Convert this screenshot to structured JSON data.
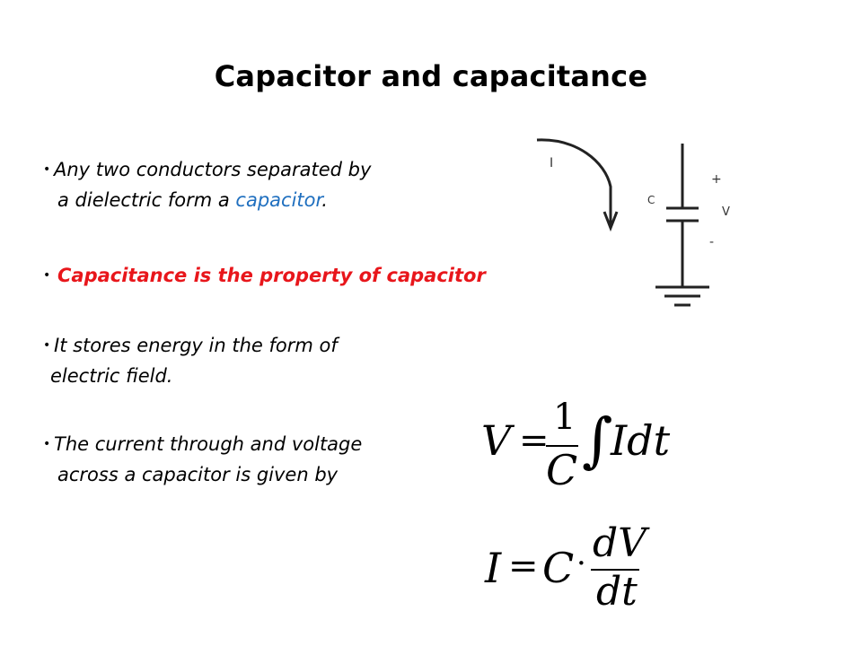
{
  "slide": {
    "title": "Capacitor and capacitance"
  },
  "bullets": [
    {
      "line1": "Any two conductors separated by",
      "line2_prefix": "a dielectric form a ",
      "line2_highlight": "capacitor",
      "line2_suffix": "."
    },
    {
      "text": "Capacitance is the property of capacitor"
    },
    {
      "line1": "It stores energy in the form of",
      "line2": "electric field."
    },
    {
      "line1": "The current through and voltage",
      "line2": "across a capacitor is given by"
    }
  ],
  "diagram": {
    "current_label": "I",
    "capacitor_label": "C",
    "voltage_label": "V",
    "plus_label": "+",
    "minus_label": "-"
  },
  "equations": {
    "eq1": {
      "lhs": "V",
      "equals": "=",
      "numerator": "1",
      "denominator": "C",
      "integral": "∫",
      "integrand": "Idt"
    },
    "eq2": {
      "lhs": "I",
      "equals": "=",
      "factor": "C",
      "dot": "·",
      "numerator": "dV",
      "denominator": "dt"
    }
  },
  "colors": {
    "highlight_blue": "#1f6fbf",
    "highlight_red": "#e8161b"
  }
}
